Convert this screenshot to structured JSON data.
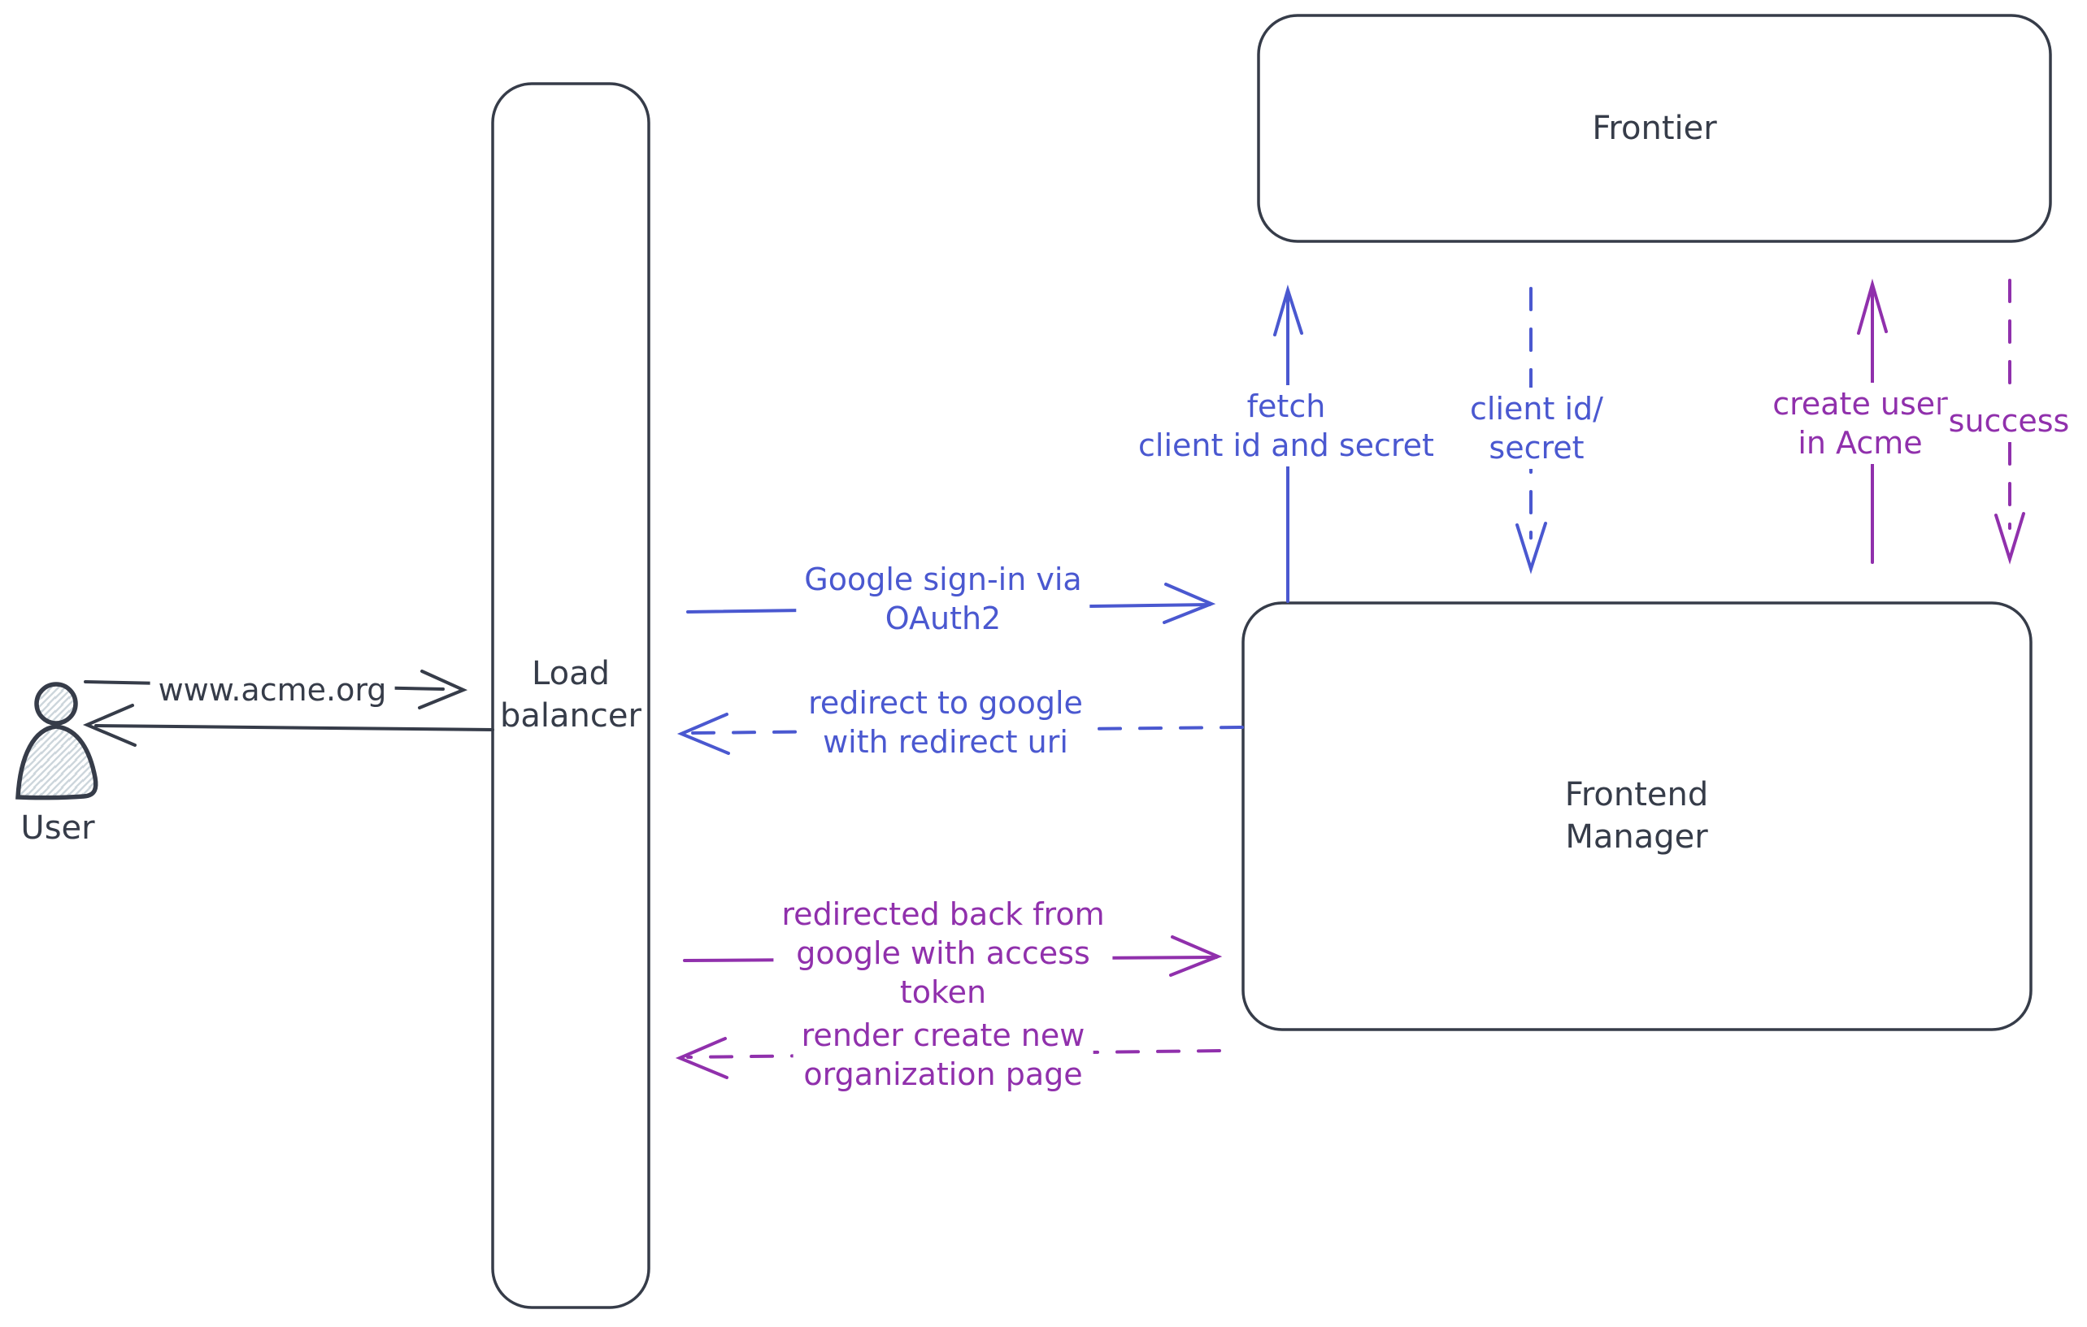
{
  "colors": {
    "ink": "#363c49",
    "blue": "#4a58d0",
    "purple": "#9030ac",
    "hatch": "#cdd6dc",
    "background": "#ffffff"
  },
  "nodes": {
    "user": {
      "label": "User"
    },
    "load_balancer": {
      "lines": [
        "Load",
        "balancer"
      ]
    },
    "frontier": {
      "label": "Frontier"
    },
    "frontend_manager": {
      "lines": [
        "Frontend",
        "Manager"
      ]
    }
  },
  "messages": {
    "www_request": {
      "text": "www.acme.org",
      "from": "User",
      "to": "Load balancer",
      "line_style": "solid",
      "color": "ink"
    },
    "return_to_user": {
      "text": "",
      "from": "Load balancer",
      "to": "User",
      "line_style": "solid",
      "color": "ink"
    },
    "google_signin": {
      "lines": [
        "Google sign-in via",
        "OAuth2"
      ],
      "from": "Load balancer",
      "to": "Frontend Manager",
      "line_style": "solid",
      "color": "blue"
    },
    "redirect_to_google": {
      "lines": [
        "redirect to google",
        "with redirect uri"
      ],
      "from": "Frontend Manager",
      "to": "Load balancer",
      "line_style": "dashed",
      "color": "blue"
    },
    "fetch_client_secret": {
      "lines": [
        "fetch",
        "client id and secret"
      ],
      "from": "Frontend Manager",
      "to": "Frontier",
      "line_style": "solid",
      "color": "blue"
    },
    "client_id_secret": {
      "lines": [
        "client id/",
        "secret"
      ],
      "from": "Frontier",
      "to": "Frontend Manager",
      "line_style": "dashed",
      "color": "blue"
    },
    "redirected_back": {
      "lines": [
        "redirected back from",
        "google with access",
        "token"
      ],
      "from": "Load balancer",
      "to": "Frontend Manager",
      "line_style": "solid",
      "color": "purple"
    },
    "render_org_page": {
      "lines": [
        "render create new",
        "organization page"
      ],
      "from": "Frontend Manager",
      "to": "Load balancer",
      "line_style": "dashed",
      "color": "purple"
    },
    "create_user": {
      "lines": [
        "create user",
        "in Acme"
      ],
      "from": "Frontend Manager",
      "to": "Frontier",
      "line_style": "solid",
      "color": "purple"
    },
    "success": {
      "text": "success",
      "from": "Frontier",
      "to": "Frontend Manager",
      "line_style": "dashed",
      "color": "purple"
    }
  }
}
